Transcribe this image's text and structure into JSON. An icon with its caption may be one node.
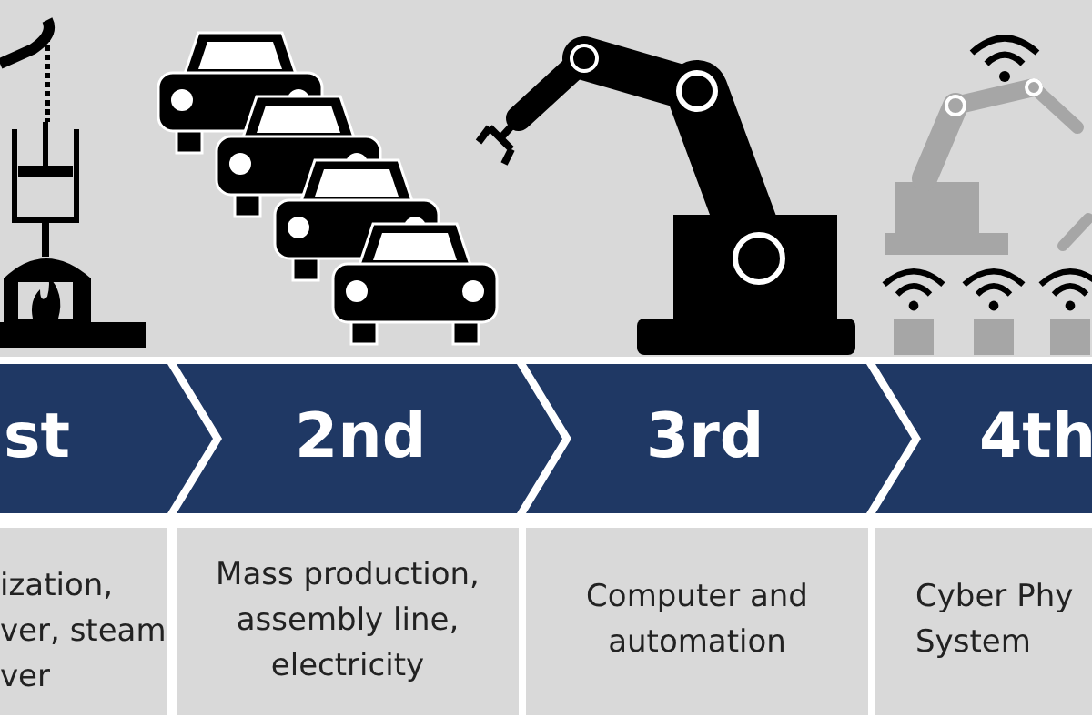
{
  "diagram": {
    "nodes": [
      {
        "text": [],
        "shape": "picture"
      },
      {
        "text": [
          "st"
        ]
      },
      {
        "text": [
          "ization, ver, steam ver"
        ]
      },
      {
        "text": [],
        "shape": "picture"
      },
      {
        "text": [
          "2nd"
        ]
      },
      {
        "text": [
          "Mass production, assembly line, electricity"
        ]
      },
      {
        "text": [],
        "shape": "picture"
      },
      {
        "text": [
          "3rd"
        ]
      },
      {
        "text": [
          "Computer and automation"
        ]
      },
      {
        "text": [],
        "shape": "picture"
      },
      {
        "text": [
          "4th"
        ]
      },
      {
        "text": [
          "Cyber Phy System"
        ]
      }
    ]
  }
}
